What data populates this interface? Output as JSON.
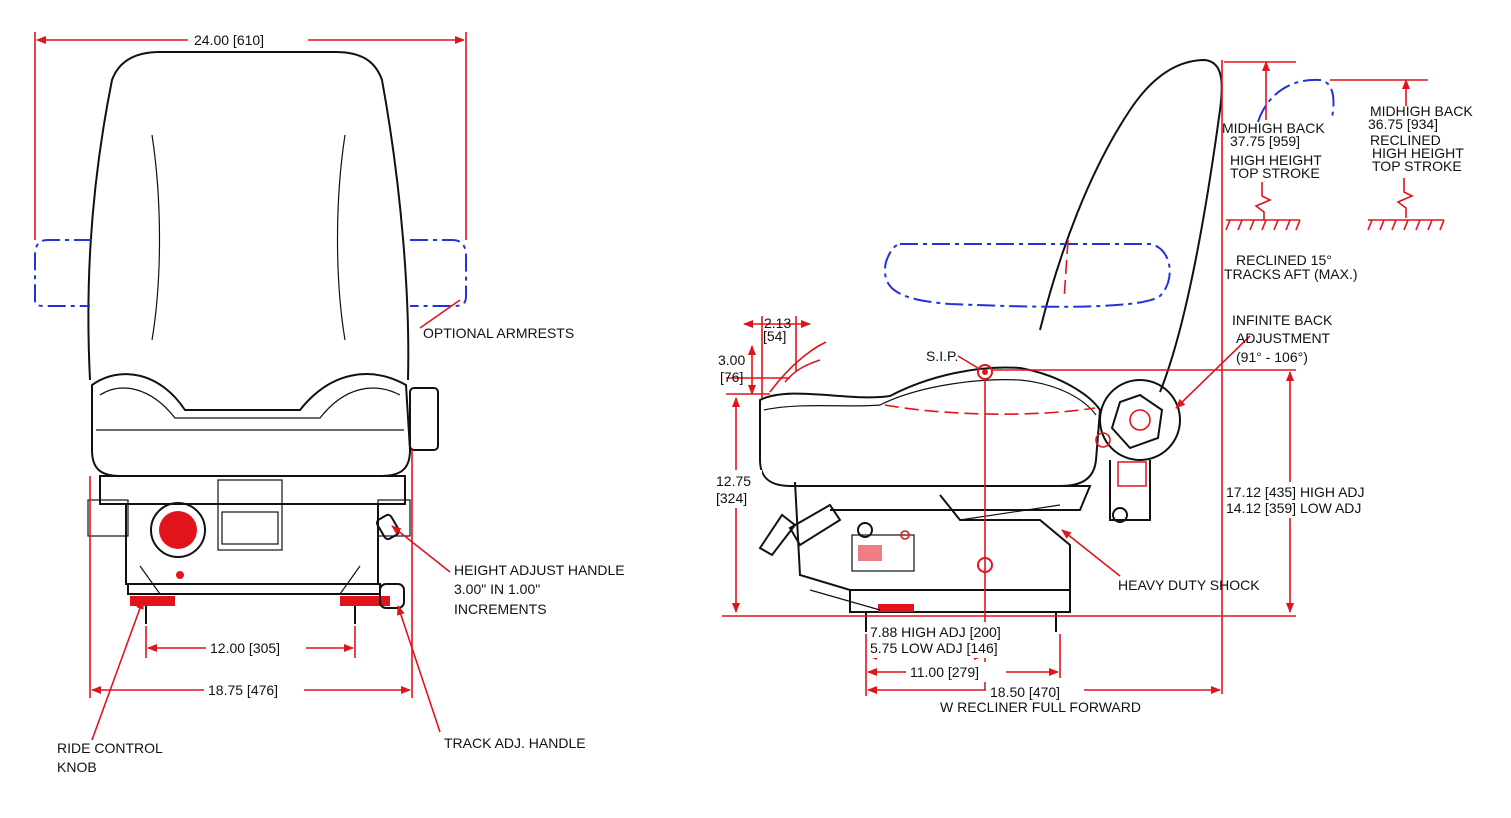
{
  "front_view": {
    "overall_width": "24.00 [610]",
    "armrests_label": "OPTIONAL ARMRESTS",
    "height_handle_line1": "HEIGHT ADJUST HANDLE",
    "height_handle_line2": "3.00\" IN 1.00\"",
    "height_handle_line3": "INCREMENTS",
    "track_spacing": "12.00 [305]",
    "base_width": "18.75 [476]",
    "ride_control_line1": "RIDE CONTROL",
    "ride_control_line2": "KNOB",
    "track_handle": "TRACK ADJ. HANDLE"
  },
  "side_view": {
    "top_offset_in": "2.13",
    "top_offset_mm": "[54]",
    "cushion_rise_in": "3.00",
    "cushion_rise_mm": "[76]",
    "front_height_in": "12.75",
    "front_height_mm": "[324]",
    "sip_label": "S.I.P.",
    "midhigh_label": "MIDHIGH BACK",
    "midhigh_value": "37.75 [959]",
    "high_height_1": "HIGH HEIGHT",
    "top_stroke_1": "TOP STROKE",
    "reclined_midhigh_label": "MIDHIGH BACK",
    "reclined_midhigh_value": "36.75 [934]",
    "reclined_label": "RECLINED",
    "high_height_2": "HIGH HEIGHT",
    "top_stroke_2": "TOP STROKE",
    "reclined_note_1": "RECLINED 15°",
    "reclined_note_2": "TRACKS AFT (MAX.)",
    "back_adjust_1": "INFINITE BACK",
    "back_adjust_2": "ADJUSTMENT",
    "back_adjust_3": "(91° -  106°)",
    "sip_height_high": "17.12 [435] HIGH ADJ",
    "sip_height_low": "14.12 [359] LOW ADJ",
    "shock_label": "HEAVY DUTY SHOCK",
    "sip_fwd_high": "7.88 HIGH ADJ     [200]",
    "sip_fwd_low": "5.75 LOW ADJ     [146]",
    "mount_spacing": "11.00 [279]",
    "overall_depth": "18.50 [470]",
    "depth_note": "W  RECLINER FULL FORWARD"
  },
  "colors": {
    "outline": "#111111",
    "dimension": "#e1141b",
    "optional": "#2233d8"
  }
}
